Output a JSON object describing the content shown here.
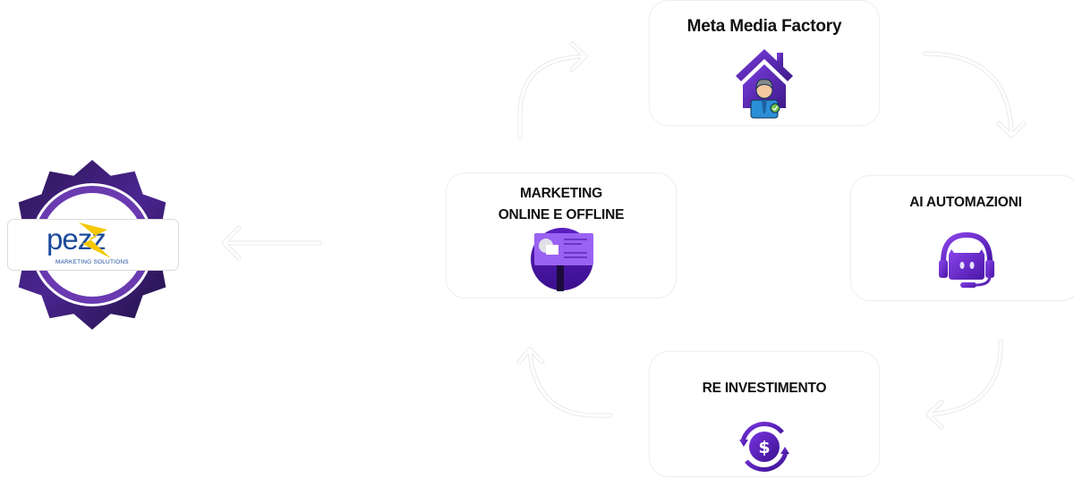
{
  "brand": {
    "name": "pezz",
    "tagline": "MARKETING SOLUTIONS",
    "colors": {
      "blue": "#1b4b9b",
      "yellow": "#f5c800",
      "badge_dark": "#2a1650",
      "badge_ring": "#6a3ab0"
    }
  },
  "cycle": {
    "steps": [
      {
        "id": "meta",
        "title": "Meta Media Factory",
        "icon": "house-person-icon"
      },
      {
        "id": "ai",
        "title": "AI AUTOMAZIONI",
        "icon": "robot-headset-icon"
      },
      {
        "id": "reinv",
        "title": "RE INVESTIMENTO",
        "icon": "dollar-cycle-icon"
      },
      {
        "id": "mkt",
        "title_line1": "MARKETING",
        "title_line2": "ONLINE E OFFLINE",
        "icon": "billboard-icon"
      }
    ],
    "flow": [
      "mkt",
      "meta",
      "ai",
      "reinv",
      "mkt"
    ],
    "output_to": "brand",
    "accent_color": "#6b2fd1"
  }
}
